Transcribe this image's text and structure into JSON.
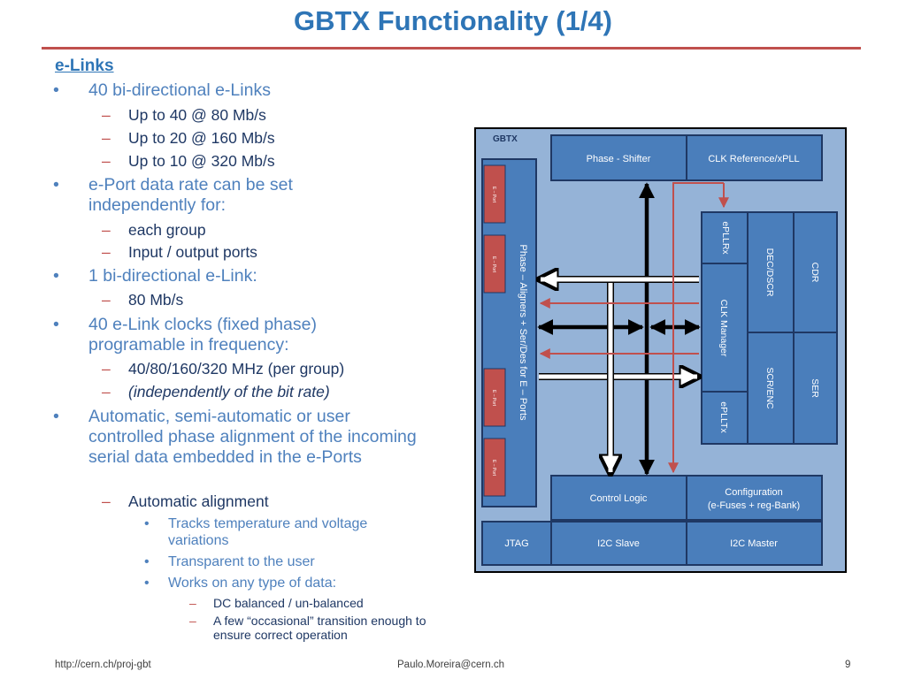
{
  "title": "GBTX Functionality (1/4)",
  "section": "e-Links",
  "bullets": {
    "b1": "40 bi-directional e-Links",
    "b1_1": "Up to 40 @ 80 Mb/s",
    "b1_2": "Up to 20 @ 160 Mb/s",
    "b1_3": "Up to 10 @ 320 Mb/s",
    "b2": "e-Port data rate can be set independently for:",
    "b2_1": "each group",
    "b2_2": "Input / output ports",
    "b3": "1 bi-directional e-Link:",
    "b3_1": "80 Mb/s",
    "b4": "40 e-Link clocks (fixed phase) programable in frequency:",
    "b4_1": "40/80/160/320 MHz (per group)",
    "b4_2": "(independently of the bit rate)",
    "b5": "Automatic, semi-automatic or user controlled phase alignment of the incoming serial data embedded in the e-Ports",
    "b5_1": "Automatic alignment",
    "b5_1_1": "Tracks temperature and voltage variations",
    "b5_1_2": "Transparent to the user",
    "b5_1_3": "Works on any type of data:",
    "b5_1_3_1": "DC balanced / un-balanced",
    "b5_1_3_2": "A few “occasional” transition enough to ensure correct operation"
  },
  "bullet_symbols": {
    "dot": "•",
    "dash": "–"
  },
  "diagram": {
    "chip_label": "GBTX",
    "eport_label": "E – Port",
    "phase_aligners": "Phase – Aligners + Ser/Des for E – Ports",
    "phase_shifter": "Phase - Shifter",
    "clk_reference": "CLK Reference/xPLL",
    "epllrx": "ePLLRx",
    "clk_manager": "CLK Manager",
    "eplltx": "ePLLTx",
    "dec_dscr": "DEC/DSCR",
    "cdr": "CDR",
    "scr_enc": "SCR/ENC",
    "ser": "SER",
    "control_logic": "Control Logic",
    "configuration_1": "Configuration",
    "configuration_2": "(e-Fuses + reg-Bank)",
    "jtag": "JTAG",
    "i2c_slave": "I2C Slave",
    "i2c_master": "I2C Master"
  },
  "colors": {
    "title": "#2e75b6",
    "rule": "#c0504d",
    "block": "#4a7ebb",
    "block_border": "#1f3864",
    "chip_bg": "#95b3d7",
    "eport": "#c0504d",
    "red_line": "#c0504d"
  },
  "footer": {
    "left": "http://cern.ch/proj-gbt",
    "center": "Paulo.Moreira@cern.ch",
    "page": "9"
  }
}
